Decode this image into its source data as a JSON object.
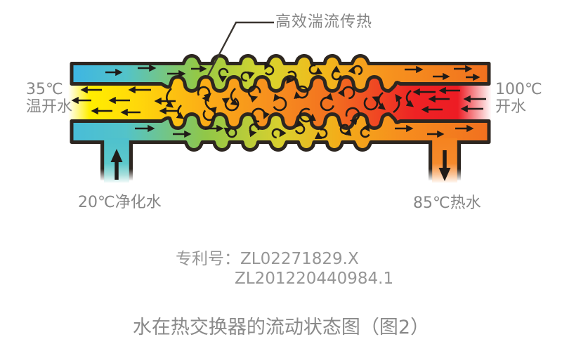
{
  "diagram": {
    "callout_label": "高效湍流传热",
    "left_outlet": {
      "temp": "35℃",
      "name": "温开水"
    },
    "right_inlet": {
      "temp": "100℃",
      "name": "开水"
    },
    "bottom_inlet_label": "20℃净化水",
    "bottom_outlet_label": "85℃热水"
  },
  "patent": {
    "line1": "专利号：ZL02271829.X",
    "line2": "ZL201220440984.1"
  },
  "caption": "水在热交换器的流动状态图（图2）",
  "colors": {
    "wall": "#2d2620",
    "arrow": "#201b18",
    "callout_line": "#3a3530",
    "label_text": "#868686",
    "cold_blue": "#3db5e3",
    "teal": "#53c3c9",
    "green": "#93c847",
    "yellow": "#ffe800",
    "amber": "#f2b91b",
    "orange": "#f7941e",
    "deep_orange": "#f1701f",
    "red": "#ed1c24",
    "pipe_teal": "#4ec1cd",
    "pipe_orange": "#f5831f"
  }
}
